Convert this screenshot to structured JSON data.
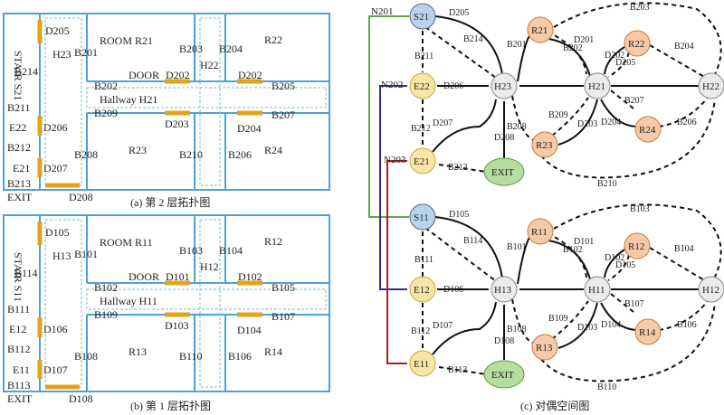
{
  "floor2": {
    "caption": "(a) 第 2 层拓扑图",
    "labels": {
      "stair": "STAIR S21",
      "h23": "H23",
      "room_r21": "ROOM R21",
      "r22": "R22",
      "h22": "H22",
      "door": "DOOR",
      "hallway": "Hallway H21",
      "r23": "R23",
      "r24": "R24",
      "e22": "E22",
      "e21": "E21",
      "exit": "EXIT",
      "d205": "D205",
      "b214": "B214",
      "b201": "B201",
      "b203": "B203",
      "b204": "B204",
      "b202": "B202",
      "d202a": "D202",
      "d202b": "D202",
      "b205": "B205",
      "b211": "B211",
      "d206": "D206",
      "b209": "B209",
      "d203": "D203",
      "d204": "D204",
      "b207": "B207",
      "b212": "B212",
      "b208": "B208",
      "b210": "B210",
      "b206": "B206",
      "d207": "D207",
      "b213": "B213",
      "d208": "D208"
    }
  },
  "floor1": {
    "caption": "(b) 第 1 层拓扑图",
    "labels": {
      "stair": "STAIR S11",
      "h13": "H13",
      "room_r11": "ROOM R11",
      "r12": "R12",
      "h12": "H12",
      "door": "DOOR",
      "hallway": "Hallway H11",
      "r13": "R13",
      "r14": "R14",
      "e12": "E12",
      "e11": "E11",
      "exit": "EXIT",
      "d105": "D105",
      "b114": "B114",
      "b101": "B101",
      "b103": "B103",
      "b104": "B104",
      "b102": "B102",
      "d101": "D101",
      "d102": "D102",
      "b105": "B105",
      "b111": "B111",
      "d106": "D106",
      "b109": "B109",
      "d103": "D103",
      "d104": "D104",
      "b107": "B107",
      "b112": "B112",
      "b108": "B108",
      "b110": "B110",
      "b106": "B106",
      "d107": "D107",
      "b113": "B113",
      "d108": "D108"
    }
  },
  "dual": {
    "caption": "(c) 对偶空间图",
    "nodes2": {
      "s21": "S21",
      "r21": "R21",
      "r22": "R22",
      "e22": "E22",
      "h23": "H23",
      "h21": "H21",
      "h22": "H22",
      "r23": "R23",
      "r24": "R24",
      "e21": "E21",
      "exit": "EXIT"
    },
    "nodes1": {
      "s11": "S11",
      "r11": "R11",
      "r12": "R12",
      "e12": "E12",
      "h13": "H13",
      "h11": "H11",
      "h12": "H12",
      "r13": "R13",
      "r14": "R14",
      "e11": "E11",
      "exit": "EXIT"
    },
    "n_labels": {
      "n201": "N201",
      "n202": "N202",
      "n203": "N203"
    },
    "edges2": {
      "d205": "D205",
      "b214": "B214",
      "b201": "B201",
      "b203": "B203",
      "b211": "B211",
      "d201": "D201",
      "b202": "B202",
      "d202": "D202",
      "d205b": "D205",
      "b204": "B204",
      "d206": "D206",
      "b207": "B207",
      "b212": "B212",
      "d207": "D207",
      "b208": "B208",
      "b209": "B209",
      "d203": "D203",
      "d204": "D204",
      "b206": "B206",
      "d208": "D208",
      "b213": "B213",
      "b210": "B210"
    },
    "edges1": {
      "d105": "D105",
      "b114": "B114",
      "b101": "B101",
      "b103": "B103",
      "b111": "B111",
      "d101": "D101",
      "b102": "B102",
      "d102": "D102",
      "d105b": "D105",
      "b104": "B104",
      "d106": "D106",
      "b107": "B107",
      "b112": "B112",
      "d107": "D107",
      "b108": "B108",
      "b109": "B109",
      "d103": "D103",
      "d104": "D104",
      "b106": "B106",
      "d108": "D108",
      "b113": "B113",
      "b110": "B110"
    },
    "colors": {
      "stair": "#b9d3ee",
      "room": "#f6c9a8",
      "entrance": "#f8e6a8",
      "hall": "#ebebeb",
      "exit": "#b7dca0",
      "n201": "#5aa84a",
      "n202": "#2f2f8f",
      "n203": "#a81e1e"
    }
  }
}
